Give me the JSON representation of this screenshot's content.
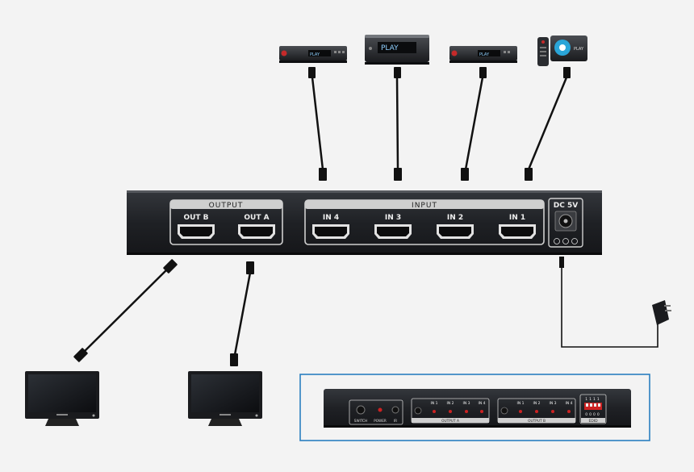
{
  "front_panel": {
    "output_label": "OUTPUT",
    "input_label": "INPUT",
    "dc_label": "DC 5V",
    "ports": {
      "out_b": "OUT B",
      "out_a": "OUT A",
      "in4": "IN 4",
      "in3": "IN 3",
      "in2": "IN 2",
      "in1": "IN 1"
    }
  },
  "source_devices": {
    "play_label": "PLAY"
  },
  "back_panel": {
    "switch_label": "SWITCH",
    "power_label": "POWER",
    "ir_label": "IR",
    "output_a_label": "OUTPUT A",
    "output_b_label": "OUTPUT B",
    "edid_label": "EDID",
    "led_labels": [
      "IN 1",
      "IN 2",
      "IN 3",
      "IN 4"
    ]
  },
  "colors": {
    "chassis": "#202226",
    "panel_border": "#c9c9c9",
    "callout_border": "#2a7fc0",
    "led": "#cc2222",
    "cable": "#111111"
  }
}
